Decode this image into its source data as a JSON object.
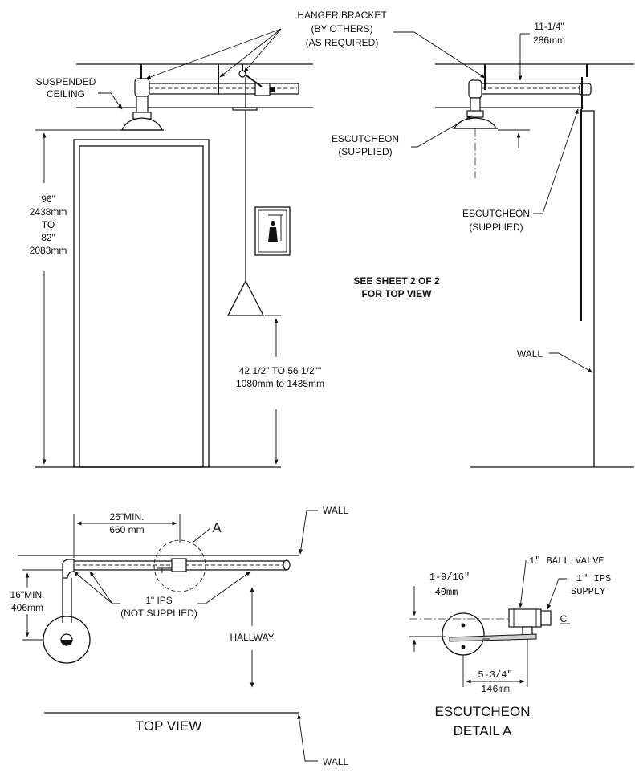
{
  "labels": {
    "hanger_bracket_1": "HANGER BRACKET",
    "hanger_bracket_2": "(BY OTHERS)",
    "hanger_bracket_3": "(AS REQUIRED)",
    "suspended_ceiling_1": "SUSPENDED",
    "suspended_ceiling_2": "CEILING",
    "dim_11_1": "11-1/4\"",
    "dim_11_2": "286mm",
    "escutcheon_a_1": "ESCUTCHEON",
    "escutcheon_a_2": "(SUPPLIED)",
    "escutcheon_b_1": "ESCUTCHEON",
    "escutcheon_b_2": "(SUPPLIED)",
    "height_1": "96\"",
    "height_2": "2438mm",
    "height_3": "TO",
    "height_4": "82\"",
    "height_5": "2083mm",
    "see_sheet_1": "SEE SHEET 2 OF 2",
    "see_sheet_2": "FOR TOP VIEW",
    "pull_1": "42 1/2\" TO 56 1/2\"\"",
    "pull_2": "1080mm to 1435mm",
    "wall_side": "WALL",
    "wall_top": "WALL",
    "wall_bottom": "WALL",
    "min26_1": "26\"MIN.",
    "min26_2": "660 mm",
    "callout_a": "A",
    "min16_1": "16\"MIN.",
    "min16_2": "406mm",
    "ips_1": "1\" IPS",
    "ips_2": "(NOT SUPPLIED)",
    "hallway": "HALLWAY",
    "top_view": "TOP VIEW",
    "ball_valve": "1\" BALL VALVE",
    "ips_supply_1": "1\" IPS",
    "ips_supply_2": "SUPPLY",
    "dim_19_1": "1-9/16\"",
    "dim_19_2": "40mm",
    "centerline": "C",
    "dim_534_1": "5-3/4\"",
    "dim_534_2": "146mm",
    "detail_1": "ESCUTCHEON",
    "detail_2": "DETAIL A"
  }
}
